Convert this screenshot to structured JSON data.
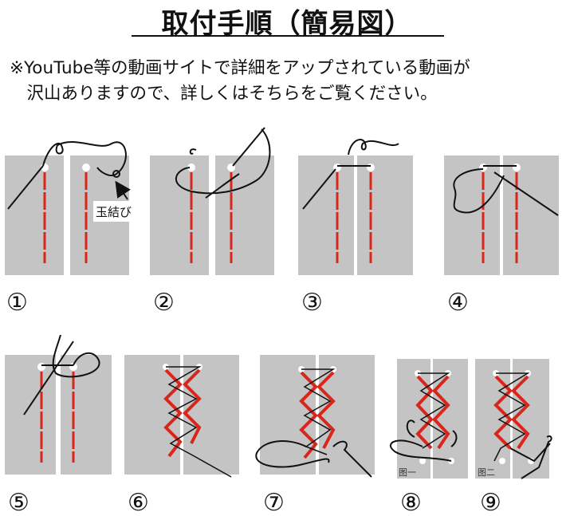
{
  "title": "取付手順（簡易図）",
  "note": {
    "line1": "※YouTube等の動画サイトで詳細をアップされている動画が",
    "line2": "　沢山ありますので、詳しくはそちらをご覧ください。"
  },
  "steps": [
    {
      "number": "①",
      "label": "玉結び"
    },
    {
      "number": "②"
    },
    {
      "number": "③"
    },
    {
      "number": "④"
    },
    {
      "number": "⑤"
    },
    {
      "number": "⑥"
    },
    {
      "number": "⑦"
    },
    {
      "number": "⑧",
      "label": "图一"
    },
    {
      "number": "⑨",
      "label": "图二"
    }
  ],
  "colors": {
    "panel": "#c4c4c4",
    "stitch": "#d9261c",
    "thread": "#111111",
    "gap": "#ffffff"
  }
}
